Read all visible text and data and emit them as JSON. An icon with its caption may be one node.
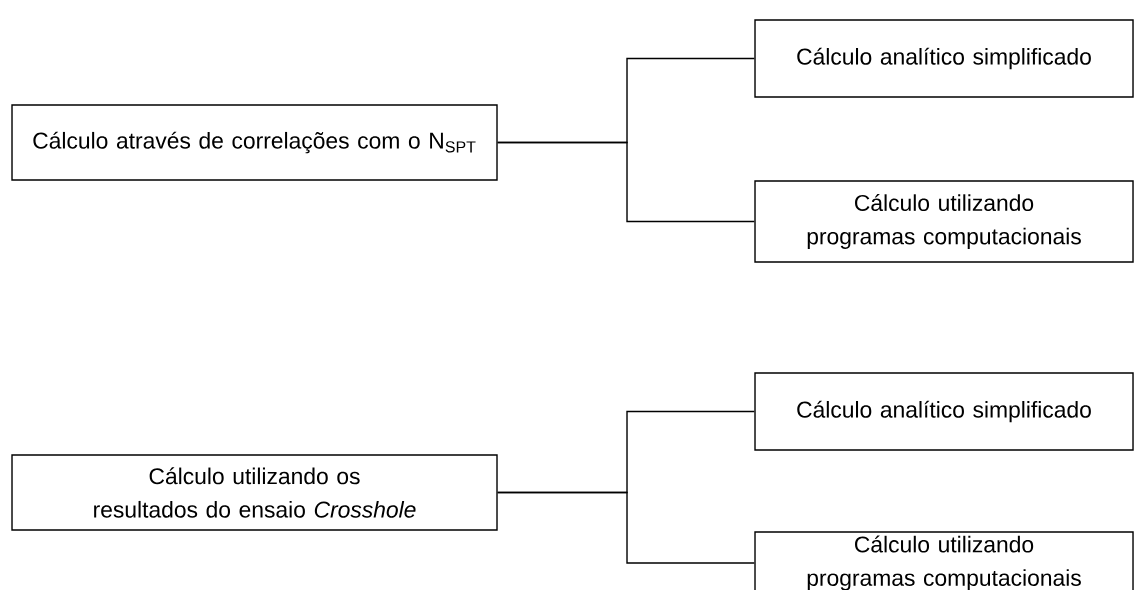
{
  "diagram": {
    "nodes": [
      {
        "text": [
          "Cálculo através de correlações com o N$_{SPT}$"
        ]
      },
      {
        "text": [
          "Cálculo analítico simplificado"
        ]
      },
      {
        "text": [
          "Cálculo utilizando programas computacionais"
        ]
      },
      {
        "text": [
          "Cálculo utilizando os resultados do ensaio *Crosshole*"
        ]
      },
      {
        "text": [
          "Cálculo analítico simplificado"
        ]
      },
      {
        "text": [
          "Cálculo utilizando programas computacionais"
        ]
      }
    ],
    "edges": [
      {
        "from": 0,
        "to": 1,
        "arrow": "none"
      },
      {
        "from": 0,
        "to": 2,
        "arrow": "none"
      },
      {
        "from": 3,
        "to": 4,
        "arrow": "none"
      },
      {
        "from": 3,
        "to": 5,
        "arrow": "none"
      }
    ]
  }
}
